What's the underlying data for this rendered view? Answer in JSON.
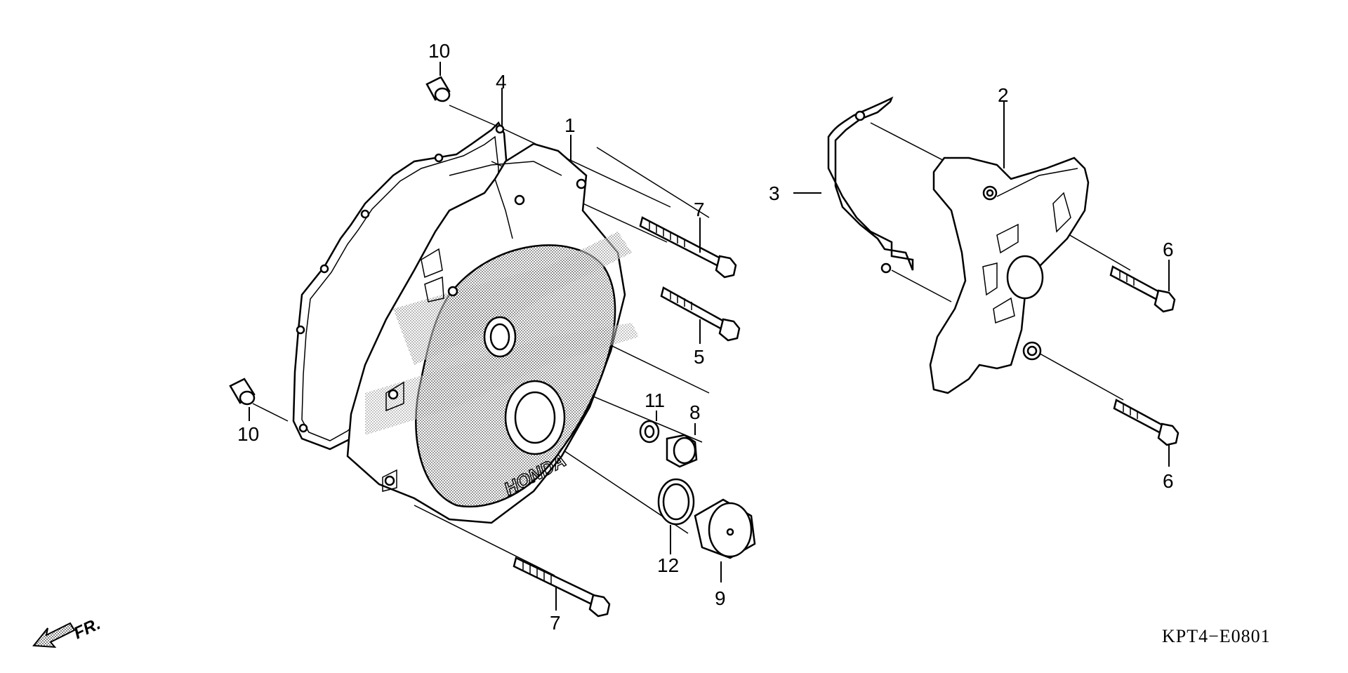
{
  "diagram_code": "KPT4−E0801",
  "direction_label": "FR.",
  "callouts": {
    "c1": "1",
    "c2": "2",
    "c3": "3",
    "c4": "4",
    "c5": "5",
    "c6a": "6",
    "c6b": "6",
    "c7a": "7",
    "c7b": "7",
    "c8": "8",
    "c9": "9",
    "c10a": "10",
    "c10b": "10",
    "c11": "11",
    "c12": "12"
  },
  "logo_text": "HONDA"
}
